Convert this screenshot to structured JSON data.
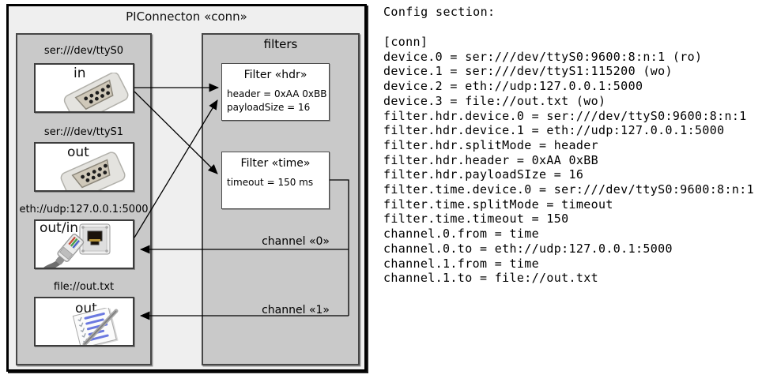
{
  "diagram": {
    "title": "PIConnecton «conn»",
    "devices": [
      {
        "label": "ser:///dev/ttyS0",
        "direction": "in",
        "icon": "serial-connector-icon"
      },
      {
        "label": "ser:///dev/ttyS1",
        "direction": "out",
        "icon": "serial-connector-icon"
      },
      {
        "label": "eth://udp:127.0.0.1:5000",
        "direction": "out/in",
        "icon": "ethernet-port-icon + ethernet-cable-icon"
      },
      {
        "label": "file://out.txt",
        "direction": "out",
        "icon": "notepad-pen-icon"
      }
    ],
    "filters_title": "filters",
    "filters": [
      {
        "title": "Filter «hdr»",
        "params": [
          "header = 0xAA 0xBB",
          "payloadSize = 16"
        ]
      },
      {
        "title": "Filter «time»",
        "params": [
          "timeout = 150 ms"
        ]
      }
    ],
    "channels": [
      {
        "label": "channel «0»"
      },
      {
        "label": "channel «1»"
      }
    ],
    "colors": {
      "outer_bg": "#efefef",
      "panel_bg": "#c9c9c9",
      "box_bg": "#ffffff",
      "line": "#000000"
    }
  },
  "config": {
    "heading": "Config section:",
    "lines": [
      "[conn]",
      "device.0 = ser:///dev/ttyS0:9600:8:n:1 (ro)",
      "device.1 = ser:///dev/ttyS1:115200 (wo)",
      "device.2 = eth://udp:127.0.0.1:5000",
      "device.3 = file://out.txt (wo)",
      "filter.hdr.device.0 = ser:///dev/ttyS0:9600:8:n:1",
      "filter.hdr.device.1 = eth://udp:127.0.0.1:5000",
      "filter.hdr.splitMode = header",
      "filter.hdr.header = 0xAA 0xBB",
      "filter.hdr.payloadSIze = 16",
      "filter.time.device.0 = ser:///dev/ttyS0:9600:8:n:1",
      "filter.time.splitMode = timeout",
      "filter.time.timeout = 150",
      "channel.0.from = time",
      "channel.0.to = eth://udp:127.0.0.1:5000",
      "channel.1.from = time",
      "channel.1.to = file://out.txt"
    ]
  }
}
